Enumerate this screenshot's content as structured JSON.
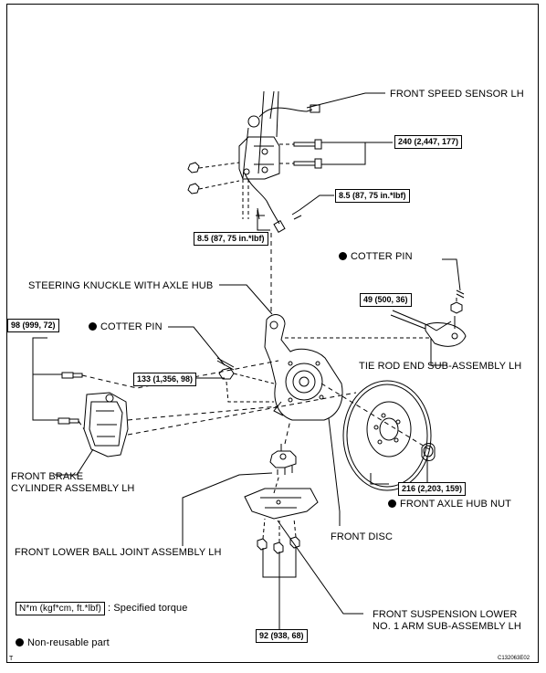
{
  "labels": {
    "front_speed_sensor": "FRONT SPEED SENSOR LH",
    "steering_knuckle": "STEERING KNUCKLE WITH AXLE HUB",
    "cotter_pin_upper": "COTTER PIN",
    "cotter_pin_left": "COTTER PIN",
    "tie_rod_end": "TIE ROD END SUB-ASSEMBLY LH",
    "front_brake_cylinder_line1": "FRONT BRAKE",
    "front_brake_cylinder_line2": "CYLINDER ASSEMBLY LH",
    "front_axle_hub_nut": "FRONT AXLE HUB NUT",
    "front_disc": "FRONT DISC",
    "front_lower_ball_joint": "FRONT LOWER BALL JOINT ASSEMBLY LH",
    "front_susp_arm_line1": "FRONT SUSPENSION LOWER",
    "front_susp_arm_line2": "NO. 1 ARM SUB-ASSEMBLY LH"
  },
  "torques": {
    "t240": "240 (2,447, 177)",
    "t8_5_right": "8.5 (87, 75 in.*lbf)",
    "t8_5_left": "8.5 (87, 75 in.*lbf)",
    "t49": "49 (500, 36)",
    "t98": "98 (999, 72)",
    "t133": "133 (1,356, 98)",
    "t216": "216 (2,203, 159)",
    "t92": "92 (938, 68)"
  },
  "legend": {
    "torque_key": "N*m (kgf*cm, ft.*lbf)",
    "torque_desc": ": Specified torque",
    "nonreusable": "Non-reusable part"
  },
  "footer": {
    "left_mark": "T",
    "code": "C132063E02"
  }
}
